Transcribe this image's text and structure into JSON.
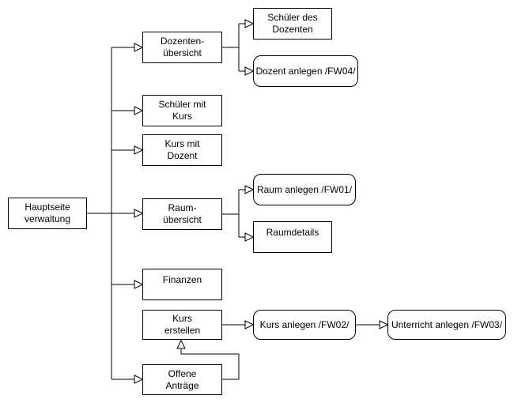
{
  "diagram": {
    "type": "flowchart-sitemap",
    "background_color": "#ffffff",
    "stroke_color": "#000000",
    "text_color": "#000000",
    "nodes": {
      "hauptseite": {
        "label": "Hauptseite\nverwaltung",
        "shape": "rectangle"
      },
      "dozentenuebersicht": {
        "label": "Dozenten-\nübersicht",
        "shape": "rectangle"
      },
      "schueler_des_dozenten": {
        "label": "Schüler des\nDozenten",
        "shape": "rectangle"
      },
      "dozent_anlegen": {
        "label": "Dozent anlegen /FW04/",
        "shape": "rounded"
      },
      "schueler_mit_kurs": {
        "label": "Schüler mit\nKurs",
        "shape": "rectangle"
      },
      "kurs_mit_dozent": {
        "label": "Kurs mit\nDozent",
        "shape": "rectangle"
      },
      "raumuebersicht": {
        "label": "Raum-\nübersicht",
        "shape": "rectangle"
      },
      "raum_anlegen": {
        "label": "Raum anlegen /FW01/",
        "shape": "rounded"
      },
      "raumdetails": {
        "label": "Raumdetails",
        "shape": "rectangle"
      },
      "finanzen": {
        "label": "Finanzen",
        "shape": "rectangle"
      },
      "kurs_erstellen": {
        "label": "Kurs\nerstellen",
        "shape": "rectangle"
      },
      "kurs_anlegen": {
        "label": "Kurs anlegen /FW02/",
        "shape": "rounded"
      },
      "unterricht_anlegen": {
        "label": "Unterricht anlegen /FW03/",
        "shape": "rounded"
      },
      "offene_antraege": {
        "label": "Offene\nAnträge",
        "shape": "rectangle"
      }
    },
    "edges": [
      {
        "from": "hauptseite",
        "to": "dozentenuebersicht",
        "arrow": "open-triangle"
      },
      {
        "from": "hauptseite",
        "to": "schueler_mit_kurs",
        "arrow": "open-triangle"
      },
      {
        "from": "hauptseite",
        "to": "kurs_mit_dozent",
        "arrow": "open-triangle"
      },
      {
        "from": "hauptseite",
        "to": "raumuebersicht",
        "arrow": "open-triangle"
      },
      {
        "from": "hauptseite",
        "to": "finanzen",
        "arrow": "open-triangle"
      },
      {
        "from": "hauptseite",
        "to": "offene_antraege",
        "arrow": "open-triangle"
      },
      {
        "from": "dozentenuebersicht",
        "to": "schueler_des_dozenten",
        "arrow": "open-triangle"
      },
      {
        "from": "dozentenuebersicht",
        "to": "dozent_anlegen",
        "arrow": "open-triangle"
      },
      {
        "from": "raumuebersicht",
        "to": "raum_anlegen",
        "arrow": "open-triangle"
      },
      {
        "from": "raumuebersicht",
        "to": "raumdetails",
        "arrow": "open-triangle"
      },
      {
        "from": "kurs_erstellen",
        "to": "kurs_anlegen",
        "arrow": "open-triangle"
      },
      {
        "from": "kurs_anlegen",
        "to": "unterricht_anlegen",
        "arrow": "open-triangle"
      },
      {
        "from": "offene_antraege",
        "to": "kurs_erstellen",
        "arrow": "open-triangle"
      }
    ]
  }
}
